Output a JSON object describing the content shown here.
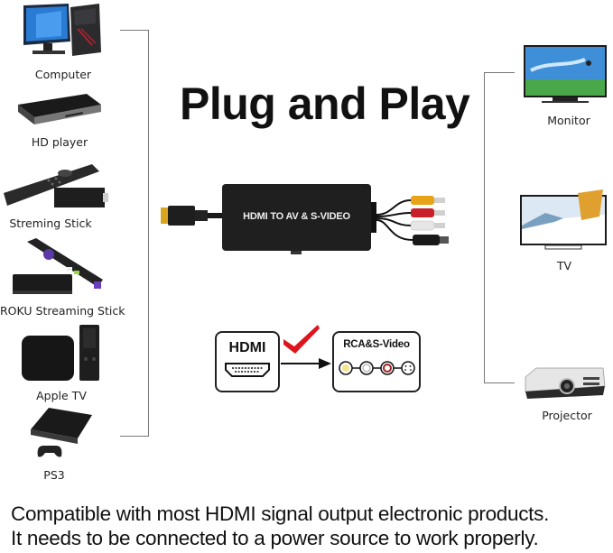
{
  "title": "Plug and Play",
  "source_devices": [
    {
      "label": "Computer",
      "icon": "computer-icon"
    },
    {
      "label": "HD player",
      "icon": "hd-player-icon"
    },
    {
      "label": "Streming Stick",
      "icon": "streaming-stick-icon"
    },
    {
      "label": "ROKU Streaming Stick",
      "icon": "roku-stick-icon"
    },
    {
      "label": "Apple TV",
      "icon": "apple-tv-icon"
    },
    {
      "label": "PS3",
      "icon": "ps3-icon"
    }
  ],
  "output_devices": [
    {
      "label": "Monitor",
      "icon": "monitor-icon"
    },
    {
      "label": "TV",
      "icon": "tv-icon"
    },
    {
      "label": "Projector",
      "icon": "projector-icon"
    }
  ],
  "converter": {
    "label": "HDMI TO AV & S-VIDEO",
    "rca_colors": [
      "#e8a317",
      "#c8202a",
      "#e6e6e6"
    ],
    "svideo_color": "#1a1a1a"
  },
  "diagram": {
    "input_label": "HDMI",
    "output_label": "RCA&S-Video",
    "check_color": "#e0141e",
    "port_colors": [
      "#f3e58a",
      "#cccccc",
      "#a02020",
      "#ffffff"
    ]
  },
  "footer": {
    "line1": "Compatible with most HDMI signal output electronic products.",
    "line2": "It needs to be connected to a power source to work properly."
  }
}
